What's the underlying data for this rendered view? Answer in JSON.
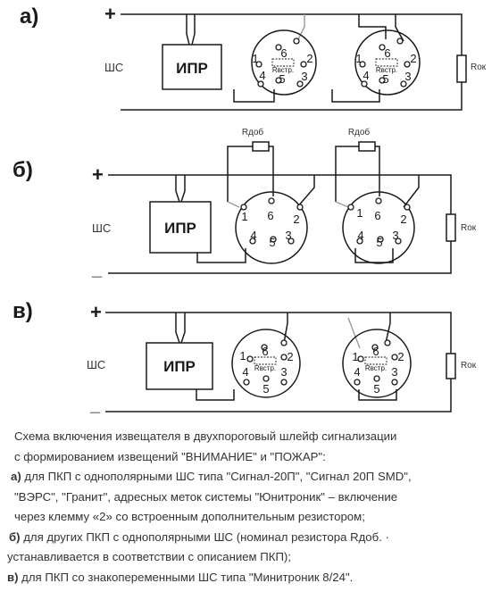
{
  "panels": [
    {
      "label": "а)",
      "plus": "+",
      "minus": "",
      "loop_label": "ШС",
      "ipr_label": "ИПР",
      "resistor_label": "Rок",
      "radd_labels": [],
      "detectors": [
        {
          "terminals": [
            "1",
            "2",
            "3",
            "4",
            "5",
            "6"
          ],
          "builtin_label": "Rвстр."
        },
        {
          "terminals": [
            "1",
            "2",
            "3",
            "4",
            "5",
            "6"
          ],
          "builtin_label": "Rвстр."
        }
      ]
    },
    {
      "label": "б)",
      "plus": "+",
      "minus": "_",
      "loop_label": "ШС",
      "ipr_label": "ИПР",
      "resistor_label": "Rок",
      "radd_labels": [
        "Rдоб",
        "Rдоб"
      ],
      "detectors": [
        {
          "terminals": [
            "1",
            "2",
            "3",
            "4",
            "5",
            "6"
          ],
          "builtin_label": ""
        },
        {
          "terminals": [
            "1",
            "2",
            "3",
            "4",
            "5",
            "6"
          ],
          "builtin_label": ""
        }
      ]
    },
    {
      "label": "в)",
      "plus": "+",
      "minus": "_",
      "loop_label": "ШС",
      "ipr_label": "ИПР",
      "resistor_label": "Rок",
      "radd_labels": [],
      "detectors": [
        {
          "terminals": [
            "1",
            "2",
            "3",
            "4",
            "5",
            "6"
          ],
          "builtin_label": "Rвстр."
        },
        {
          "terminals": [
            "1",
            "2",
            "3",
            "4",
            "5",
            "6"
          ],
          "builtin_label": "Rвстр."
        }
      ]
    }
  ],
  "caption": {
    "title_1": "Схема включения извещателя в двухпороговый шлейф сигнализации",
    "title_2": "с формированием извещений \"ВНИМАНИЕ\" и \"ПОЖАР\":",
    "a_key": "а)",
    "a_1": " для ПКП с однополярными ШС типа \"Сигнал-20П\", \"Сигнал 20П SMD\",",
    "a_2": "\"ВЭРС\", \"Гранит\", адресных меток системы \"Юнитроник\" – включение",
    "a_3": "через клемму «2» со встроенным дополнительным резистором;",
    "b_key": "б)",
    "b_1": " для других ПКП с однополярными ШС (номинал резистора Rдоб. ·",
    "b_2": "устанавливается в соответствии с описанием ПКП);",
    "v_key": "в)",
    "v_1": " для ПКП со знакопеременными ШС типа \"Минитроник 8/24\"."
  }
}
